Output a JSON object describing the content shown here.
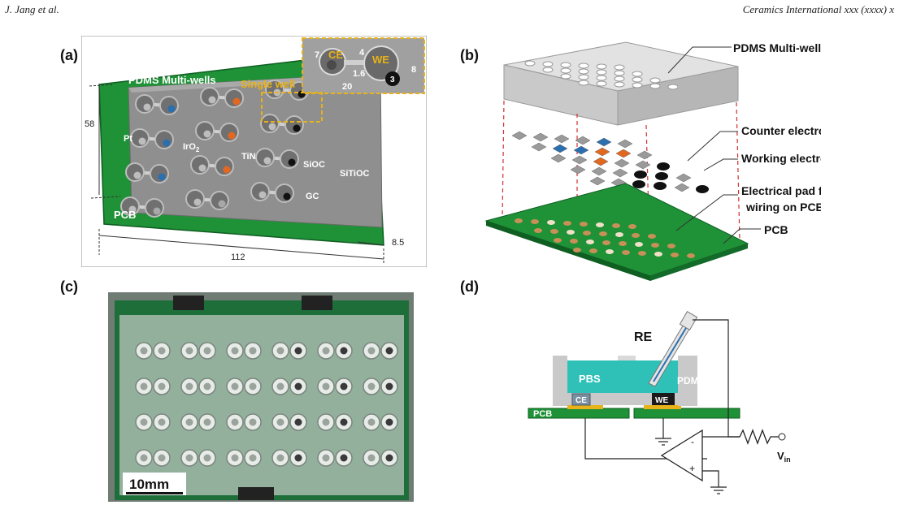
{
  "header": {
    "left": "J. Jang et al.",
    "right": "Ceramics International xxx (xxxx) x"
  },
  "panels": {
    "a": {
      "label": "(a)",
      "inset_CE": "CE",
      "inset_WE": "WE",
      "inset_7": "7",
      "inset_4": "4",
      "inset_1_6": "1.6",
      "inset_3": "3",
      "inset_8": "8",
      "inset_20": "20",
      "pdms": "PDMS Multi-wells",
      "single_well": "Single well",
      "pt": "Pt",
      "iro2": "IrO",
      "iro2_sub": "2",
      "tin": "TiN",
      "sioc": "SiOC",
      "sitioc": "SiTiOC",
      "gc": "GC",
      "pcb": "PCB",
      "dim_58": "58",
      "dim_112": "112",
      "dim_8_5": "8.5"
    },
    "b": {
      "label": "(b)",
      "pdms": "PDMS Multi-wells",
      "counter": "Counter electrode",
      "working": "Working electrode",
      "pad1": "Electrical pad for",
      "pad2": "wiring on PCB",
      "pcb": "PCB"
    },
    "c": {
      "label": "(c)",
      "scale": "10mm"
    },
    "d": {
      "label": "(d)",
      "re": "RE",
      "pbs": "PBS",
      "pdms": "PDMS",
      "ce": "CE",
      "we": "WE",
      "pcb": "PCB",
      "minus": "-",
      "plus": "+",
      "vin": "V",
      "vin_sub": "in"
    }
  },
  "colors": {
    "green": "#1e8a34",
    "dark_green": "#0f5e22",
    "gray": "#8c8c8c",
    "blue": "#2a6fb0",
    "orange": "#e3681f",
    "gold": "#e8b21a",
    "teal": "#2fc1b8"
  }
}
